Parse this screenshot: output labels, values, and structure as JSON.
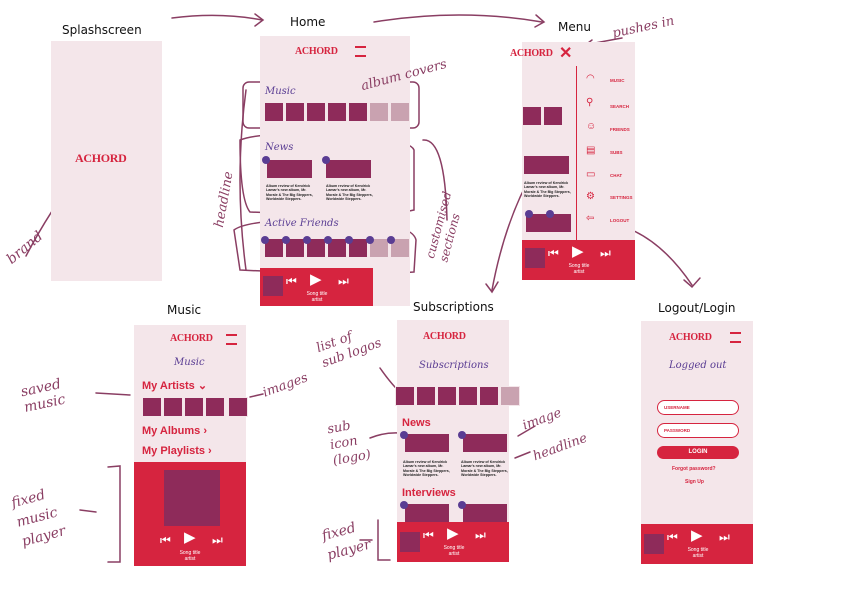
{
  "screens": {
    "splash": {
      "title": "Splashscreen",
      "logo": "ACHORD"
    },
    "home": {
      "title": "Home",
      "logo": "ACHORD",
      "sections": [
        "Music",
        "News",
        "Active Friends"
      ],
      "news_text": "Album review of Kendrick Lamar's new album, Mr. Morale & The Big Steppers, Worldwide Steppers."
    },
    "menu": {
      "title": "Menu",
      "logo": "ACHORD",
      "items": [
        "MUSIC",
        "SEARCH",
        "FRIENDS",
        "SUBS",
        "CHAT",
        "SETTINGS",
        "LOGOUT"
      ],
      "news_text": "Album review of Kendrick Lamar's new album, Mr. Morale & The Big Steppers, Worldwide Steppers."
    },
    "music": {
      "title": "Music",
      "logo": "ACHORD",
      "heading": "Music",
      "links": [
        "My Artists",
        "My Albums",
        "My Playlists"
      ]
    },
    "subscriptions": {
      "title": "Subscriptions",
      "logo": "ACHORD",
      "heading": "Subscriptions",
      "sections": [
        "News",
        "Interviews"
      ],
      "news_text": "Album review of Kendrick Lamar's new album, Mr. Morale & The Big Steppers, Worldwide Steppers."
    },
    "logout": {
      "title": "Logout/Login",
      "logo": "ACHORD",
      "heading": "Logged out",
      "username": "USERNAME",
      "password": "PASSWORD",
      "login": "LOGIN",
      "forgot": "Forgot password?",
      "signup": "Sign Up"
    }
  },
  "player": {
    "song": "Song title",
    "artist": "artist"
  },
  "annotations": {
    "brand": "brand",
    "album_covers": "album covers",
    "headline": "headline",
    "customised": "customised sections",
    "pushes_in": "pushes in",
    "saved_music": "saved music",
    "images": "images",
    "fixed_player": "fixed music player",
    "list_of_sub_logos": "list of sub logos",
    "sub_icon": "sub icon (logo)",
    "image": "image",
    "headline2": "headline",
    "fixed_player2": "fixed player"
  },
  "colors": {
    "accent": "#d6243f",
    "purple": "#5a3d93",
    "cover": "#8e2b5a",
    "bg": "#f4e6ea",
    "ink": "#8a3e63"
  }
}
